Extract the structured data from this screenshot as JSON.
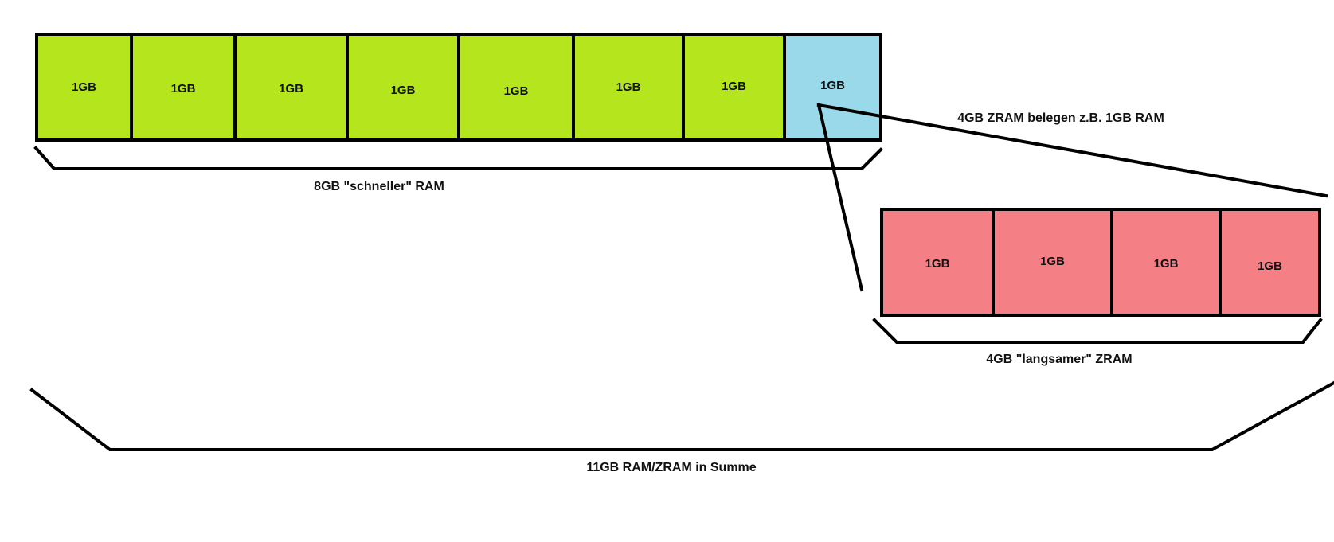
{
  "colors": {
    "ram": "#b5e61d",
    "zram_slot": "#99d9ea",
    "zram": "#f47f85",
    "outline": "#000000"
  },
  "ram_blocks": [
    {
      "label": "1GB",
      "kind": "ram"
    },
    {
      "label": "1GB",
      "kind": "ram"
    },
    {
      "label": "1GB",
      "kind": "ram"
    },
    {
      "label": "1GB",
      "kind": "ram"
    },
    {
      "label": "1GB",
      "kind": "ram"
    },
    {
      "label": "1GB",
      "kind": "ram"
    },
    {
      "label": "1GB",
      "kind": "ram"
    },
    {
      "label": "1GB",
      "kind": "zram_slot"
    }
  ],
  "zram_blocks": [
    {
      "label": "1GB"
    },
    {
      "label": "1GB"
    },
    {
      "label": "1GB"
    },
    {
      "label": "1GB"
    }
  ],
  "captions": {
    "ram_total": "8GB \"schneller\" RAM",
    "zram_note": "4GB ZRAM belegen z.B. 1GB RAM",
    "zram_total": "4GB \"langsamer\" ZRAM",
    "grand_total": "11GB RAM/ZRAM in Summe"
  }
}
